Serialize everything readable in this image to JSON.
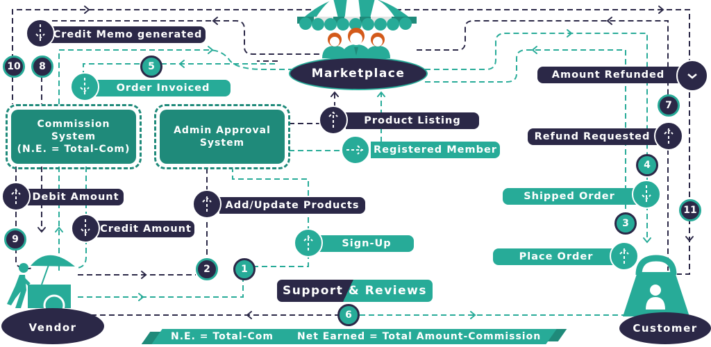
{
  "colors": {
    "dark": "#2b2847",
    "teal": "#27ab98",
    "teal_dark": "#1f8a7a",
    "orange": "#d35a1a",
    "awning_light": "#e2e4e3"
  },
  "actors": {
    "marketplace": "Marketplace",
    "vendor": "Vendor",
    "customer": "Customer"
  },
  "systems": {
    "commission": {
      "line1": "Commission",
      "line2": "System",
      "line3": "(N.E. = Total-Com)"
    },
    "admin_approval": {
      "line1": "Admin Approval",
      "line2": "System"
    }
  },
  "steps": [
    {
      "label": "Credit Memo generated",
      "icon": "arrow-down-icon"
    },
    {
      "label": "Order Invoiced",
      "icon": "arrow-down-icon"
    },
    {
      "label": "Amount Refunded",
      "icon": "chevron-down-icon"
    },
    {
      "label": "Product Listing",
      "icon": "arrow-up-icon"
    },
    {
      "label": "Registered Member",
      "icon": "arrow-right-icon"
    },
    {
      "label": "Refund Requested",
      "icon": "arrow-up-icon"
    },
    {
      "label": "Debit Amount",
      "icon": "arrow-up-icon"
    },
    {
      "label": "Add/Update Products",
      "icon": "arrow-up-icon"
    },
    {
      "label": "Shipped Order",
      "icon": "arrow-down-icon"
    },
    {
      "label": "Credit Amount",
      "icon": "arrow-down-icon"
    },
    {
      "label": "Sign-Up",
      "icon": "arrow-up-icon"
    },
    {
      "label": "Place Order",
      "icon": "arrow-up-icon"
    }
  ],
  "numbers": [
    "1",
    "2",
    "3",
    "4",
    "5",
    "6",
    "7",
    "8",
    "9",
    "10",
    "11"
  ],
  "support": {
    "part1": "Support",
    "part2": "& Reviews"
  },
  "formula": {
    "short": "N.E. = Total-Com",
    "long": "Net Earned = Total Amount-Commission"
  }
}
